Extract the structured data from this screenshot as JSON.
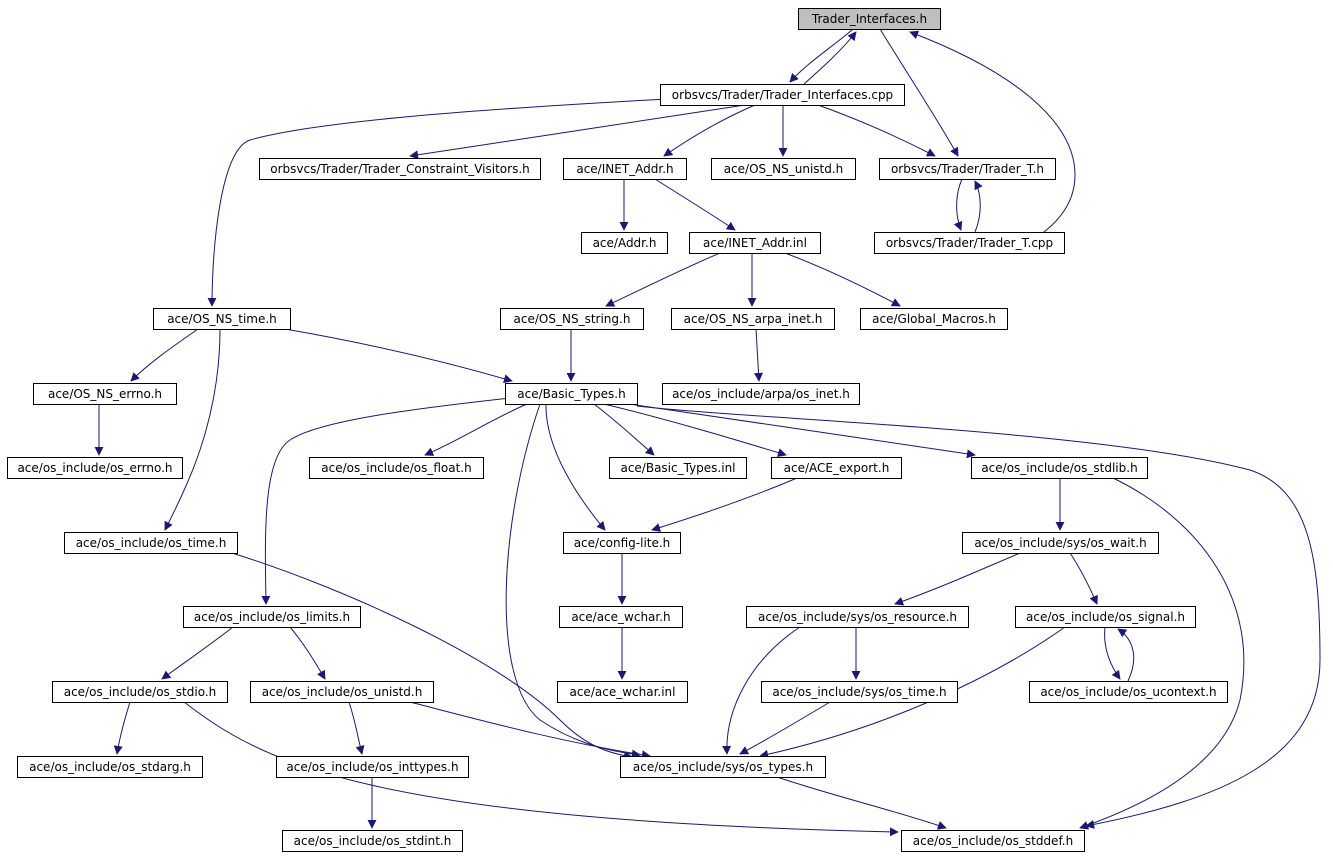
{
  "colors": {
    "edge": "#191970",
    "root_fill": "#bfbfbf",
    "node_fill": "#ffffff",
    "border": "#000000"
  },
  "nodes": [
    {
      "id": "trader_interfaces_h",
      "label": "Trader_Interfaces.h",
      "root": true
    },
    {
      "id": "trader_interfaces_cpp",
      "label": "orbsvcs/Trader/Trader_Interfaces.cpp"
    },
    {
      "id": "constraint_visitors_h",
      "label": "orbsvcs/Trader/Trader_Constraint_Visitors.h"
    },
    {
      "id": "inet_addr_h",
      "label": "ace/INET_Addr.h"
    },
    {
      "id": "os_ns_unistd_h",
      "label": "ace/OS_NS_unistd.h"
    },
    {
      "id": "trader_t_h",
      "label": "orbsvcs/Trader/Trader_T.h"
    },
    {
      "id": "addr_h",
      "label": "ace/Addr.h"
    },
    {
      "id": "inet_addr_inl",
      "label": "ace/INET_Addr.inl"
    },
    {
      "id": "trader_t_cpp",
      "label": "orbsvcs/Trader/Trader_T.cpp"
    },
    {
      "id": "os_ns_time_h",
      "label": "ace/OS_NS_time.h"
    },
    {
      "id": "os_ns_string_h",
      "label": "ace/OS_NS_string.h"
    },
    {
      "id": "os_ns_arpa_inet_h",
      "label": "ace/OS_NS_arpa_inet.h"
    },
    {
      "id": "global_macros_h",
      "label": "ace/Global_Macros.h"
    },
    {
      "id": "os_ns_errno_h",
      "label": "ace/OS_NS_errno.h"
    },
    {
      "id": "basic_types_h",
      "label": "ace/Basic_Types.h"
    },
    {
      "id": "arpa_os_inet_h",
      "label": "ace/os_include/arpa/os_inet.h"
    },
    {
      "id": "os_errno_h",
      "label": "ace/os_include/os_errno.h"
    },
    {
      "id": "os_float_h",
      "label": "ace/os_include/os_float.h"
    },
    {
      "id": "basic_types_inl",
      "label": "ace/Basic_Types.inl"
    },
    {
      "id": "ace_export_h",
      "label": "ace/ACE_export.h"
    },
    {
      "id": "os_stdlib_h",
      "label": "ace/os_include/os_stdlib.h"
    },
    {
      "id": "os_time_h",
      "label": "ace/os_include/os_time.h"
    },
    {
      "id": "config_lite_h",
      "label": "ace/config-lite.h"
    },
    {
      "id": "sys_os_wait_h",
      "label": "ace/os_include/sys/os_wait.h"
    },
    {
      "id": "os_limits_h",
      "label": "ace/os_include/os_limits.h"
    },
    {
      "id": "ace_wchar_h",
      "label": "ace/ace_wchar.h"
    },
    {
      "id": "sys_os_resource_h",
      "label": "ace/os_include/sys/os_resource.h"
    },
    {
      "id": "os_signal_h",
      "label": "ace/os_include/os_signal.h"
    },
    {
      "id": "os_stdio_h",
      "label": "ace/os_include/os_stdio.h"
    },
    {
      "id": "os_unistd_h",
      "label": "ace/os_include/os_unistd.h"
    },
    {
      "id": "ace_wchar_inl",
      "label": "ace/ace_wchar.inl"
    },
    {
      "id": "sys_os_time_h",
      "label": "ace/os_include/sys/os_time.h"
    },
    {
      "id": "os_ucontext_h",
      "label": "ace/os_include/os_ucontext.h"
    },
    {
      "id": "os_stdarg_h",
      "label": "ace/os_include/os_stdarg.h"
    },
    {
      "id": "os_inttypes_h",
      "label": "ace/os_include/os_inttypes.h"
    },
    {
      "id": "sys_os_types_h",
      "label": "ace/os_include/sys/os_types.h"
    },
    {
      "id": "os_stdint_h",
      "label": "ace/os_include/os_stdint.h"
    },
    {
      "id": "os_stddef_h",
      "label": "ace/os_include/os_stddef.h"
    }
  ],
  "edges": [
    {
      "from": "trader_interfaces_h",
      "to": "trader_interfaces_cpp"
    },
    {
      "from": "trader_interfaces_cpp",
      "to": "trader_interfaces_h"
    },
    {
      "from": "trader_interfaces_h",
      "to": "trader_t_h"
    },
    {
      "from": "trader_t_cpp",
      "to": "trader_interfaces_h"
    },
    {
      "from": "trader_interfaces_cpp",
      "to": "constraint_visitors_h"
    },
    {
      "from": "trader_interfaces_cpp",
      "to": "inet_addr_h"
    },
    {
      "from": "trader_interfaces_cpp",
      "to": "os_ns_unistd_h"
    },
    {
      "from": "trader_interfaces_cpp",
      "to": "trader_t_h"
    },
    {
      "from": "trader_interfaces_cpp",
      "to": "os_ns_time_h"
    },
    {
      "from": "inet_addr_h",
      "to": "addr_h"
    },
    {
      "from": "inet_addr_h",
      "to": "inet_addr_inl"
    },
    {
      "from": "trader_t_h",
      "to": "trader_t_cpp"
    },
    {
      "from": "trader_t_cpp",
      "to": "trader_t_h"
    },
    {
      "from": "inet_addr_inl",
      "to": "os_ns_string_h"
    },
    {
      "from": "inet_addr_inl",
      "to": "os_ns_arpa_inet_h"
    },
    {
      "from": "inet_addr_inl",
      "to": "global_macros_h"
    },
    {
      "from": "os_ns_time_h",
      "to": "os_ns_errno_h"
    },
    {
      "from": "os_ns_time_h",
      "to": "basic_types_h"
    },
    {
      "from": "os_ns_time_h",
      "to": "os_time_h"
    },
    {
      "from": "os_ns_string_h",
      "to": "basic_types_h"
    },
    {
      "from": "os_ns_arpa_inet_h",
      "to": "arpa_os_inet_h"
    },
    {
      "from": "os_ns_errno_h",
      "to": "os_errno_h"
    },
    {
      "from": "basic_types_h",
      "to": "os_limits_h"
    },
    {
      "from": "basic_types_h",
      "to": "os_float_h"
    },
    {
      "from": "basic_types_h",
      "to": "sys_os_types_h"
    },
    {
      "from": "basic_types_h",
      "to": "config_lite_h"
    },
    {
      "from": "basic_types_h",
      "to": "basic_types_inl"
    },
    {
      "from": "basic_types_h",
      "to": "ace_export_h"
    },
    {
      "from": "basic_types_h",
      "to": "os_stdlib_h"
    },
    {
      "from": "basic_types_h",
      "to": "os_stddef_h"
    },
    {
      "from": "ace_export_h",
      "to": "config_lite_h"
    },
    {
      "from": "os_stdlib_h",
      "to": "sys_os_wait_h"
    },
    {
      "from": "os_stdlib_h",
      "to": "os_stddef_h"
    },
    {
      "from": "os_time_h",
      "to": "sys_os_types_h"
    },
    {
      "from": "config_lite_h",
      "to": "ace_wchar_h"
    },
    {
      "from": "sys_os_wait_h",
      "to": "sys_os_resource_h"
    },
    {
      "from": "sys_os_wait_h",
      "to": "os_signal_h"
    },
    {
      "from": "os_limits_h",
      "to": "os_stdio_h"
    },
    {
      "from": "os_limits_h",
      "to": "os_unistd_h"
    },
    {
      "from": "ace_wchar_h",
      "to": "ace_wchar_inl"
    },
    {
      "from": "sys_os_resource_h",
      "to": "sys_os_time_h"
    },
    {
      "from": "sys_os_resource_h",
      "to": "sys_os_types_h"
    },
    {
      "from": "os_signal_h",
      "to": "os_ucontext_h"
    },
    {
      "from": "os_ucontext_h",
      "to": "os_signal_h"
    },
    {
      "from": "os_signal_h",
      "to": "sys_os_types_h"
    },
    {
      "from": "os_stdio_h",
      "to": "os_stdarg_h"
    },
    {
      "from": "os_stdio_h",
      "to": "os_stddef_h"
    },
    {
      "from": "os_unistd_h",
      "to": "os_inttypes_h"
    },
    {
      "from": "os_unistd_h",
      "to": "sys_os_types_h"
    },
    {
      "from": "sys_os_time_h",
      "to": "sys_os_types_h"
    },
    {
      "from": "os_inttypes_h",
      "to": "os_stdint_h"
    },
    {
      "from": "sys_os_types_h",
      "to": "os_stddef_h"
    }
  ]
}
